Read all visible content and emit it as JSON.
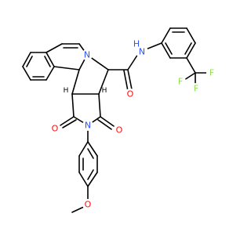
{
  "atoms": {
    "N_iq": "N",
    "N_imide": "N",
    "N_amide": "N",
    "H_amide": "H",
    "O_imide_top": "O",
    "O_imide_bottom": "O",
    "O_amide": "O",
    "O_ether": "O",
    "F1": "F",
    "F2": "F",
    "F3": "F",
    "H_stereo1": "H",
    "H_stereo2": "H"
  },
  "colors": {
    "bond": "#000000",
    "nitrogen": "#3050f8",
    "oxygen": "#ff0d0d",
    "fluorine": "#90e050",
    "carbon": "#000000"
  }
}
